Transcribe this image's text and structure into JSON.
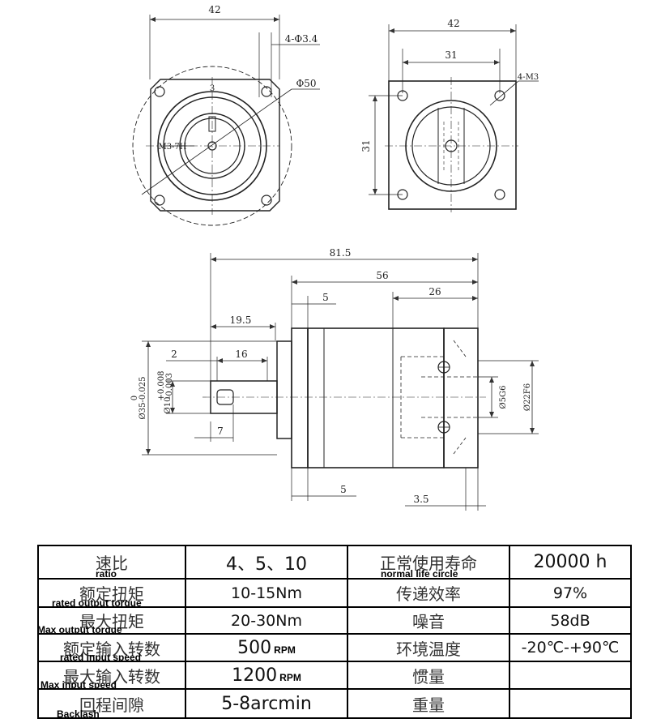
{
  "front_view": {
    "width": "42",
    "holes": "4-Φ3.4",
    "circle": "Φ50",
    "keyway": "3",
    "thread": "M3-7H"
  },
  "rear_view": {
    "width": "42",
    "bolt_spacing_h": "31",
    "bolt_spacing_v": "31",
    "thread": "4-M3"
  },
  "side_view": {
    "overall_length": "81.5",
    "body_length": "56",
    "flange_thickness": "5",
    "rear_section": "26",
    "shaft_length": "19.5",
    "key_offset": "2",
    "key_length": "16",
    "key_width": "7",
    "pilot_diameter": "Ø35-0.025",
    "pilot_tol": "0",
    "shaft_diameter": "Ø10",
    "shaft_tol_upper": "+0.008",
    "shaft_tol_lower": "-0.003",
    "input_bore": "Ø5G6",
    "input_pilot": "Ø22F6",
    "bottom_dim_a": "5",
    "bottom_dim_b": "3.5"
  },
  "spec_table": {
    "rows": [
      {
        "label_cn": "速比",
        "label_en": "ratio",
        "value": "4、5、10",
        "unit": "",
        "label2_cn": "正常使用寿命",
        "label2_en": "normal life circle",
        "value2": "20000 h"
      },
      {
        "label_cn": "额定扭矩",
        "label_en": "rated output torque",
        "value": "10-15Nm",
        "unit": "",
        "label2_cn": "传递效率",
        "label2_en": "",
        "value2": "97%"
      },
      {
        "label_cn": "最大扭矩",
        "label_en": "Max output torque",
        "value": "20-30Nm",
        "unit": "",
        "label2_cn": "噪音",
        "label2_en": "",
        "value2": "58dB"
      },
      {
        "label_cn": "额定输入转数",
        "label_en": "rated input speed",
        "value": "500",
        "unit": "RPM",
        "label2_cn": "环境温度",
        "label2_en": "",
        "value2": "-20℃-+90℃"
      },
      {
        "label_cn": "最大输入转数",
        "label_en": "Max input speed",
        "value": "1200",
        "unit": "RPM",
        "label2_cn": "惯量",
        "label2_en": "",
        "value2": ""
      },
      {
        "label_cn": "回程间隙",
        "label_en": "Backlash",
        "value": "5-8arcmin",
        "unit": "",
        "label2_cn": "重量",
        "label2_en": "",
        "value2": ""
      }
    ]
  }
}
